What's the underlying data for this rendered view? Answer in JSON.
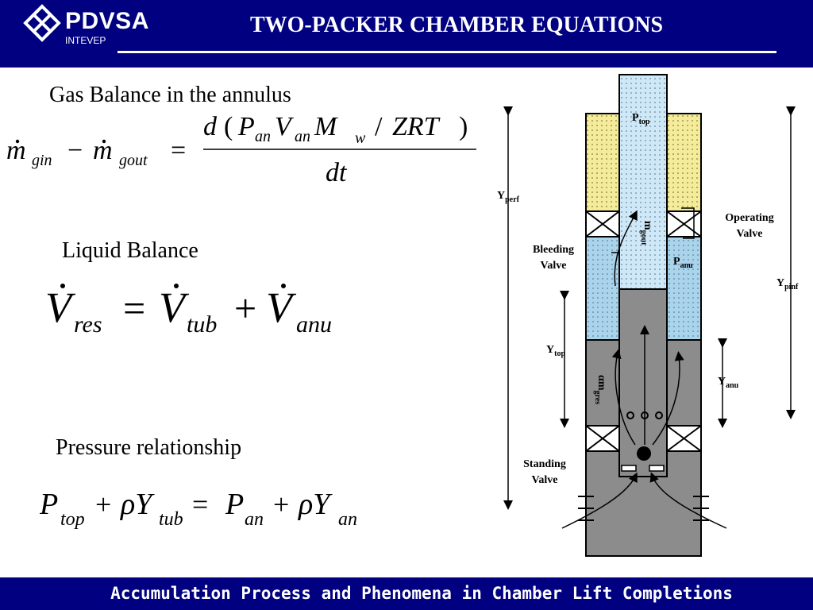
{
  "header": {
    "brand": "PDVSA",
    "brand_sub": "INTEVEP",
    "title": "TWO-PACKER CHAMBER EQUATIONS"
  },
  "sections": {
    "gas_balance": "Gas Balance in the annulus",
    "liquid_balance": "Liquid Balance",
    "pressure_relationship": "Pressure relationship"
  },
  "diagram": {
    "labels": {
      "y_perf": "Y",
      "y_perf_sub": "perf",
      "y_pinf": "Y",
      "y_pinf_sub": "pinf",
      "y_top": "Y",
      "y_top_sub": "top",
      "y_anu": "Y",
      "y_anu_sub": "anu",
      "p_top": "P",
      "p_top_sub": "top",
      "p_anu": "P",
      "p_anu_sub": "anu",
      "m_gout": "m",
      "m_gout_sub": "gout",
      "alpha_m": "αm",
      "alpha_m_sub": "gres",
      "operating_valve_1": "Operating",
      "operating_valve_2": "Valve",
      "bleeding_valve_1": "Bleeding",
      "bleeding_valve_2": "Valve",
      "standing_valve_1": "Standing",
      "standing_valve_2": "Valve"
    },
    "colors": {
      "gas_tubing": "#cfe8f8",
      "liquid_annulus": "#a9d4ec",
      "gas_cap": "#f4ec9a",
      "grey_fluid": "#8c8c8c"
    }
  },
  "footer": {
    "text": "Accumulation Process and Phenomena in Chamber Lift Completions"
  }
}
